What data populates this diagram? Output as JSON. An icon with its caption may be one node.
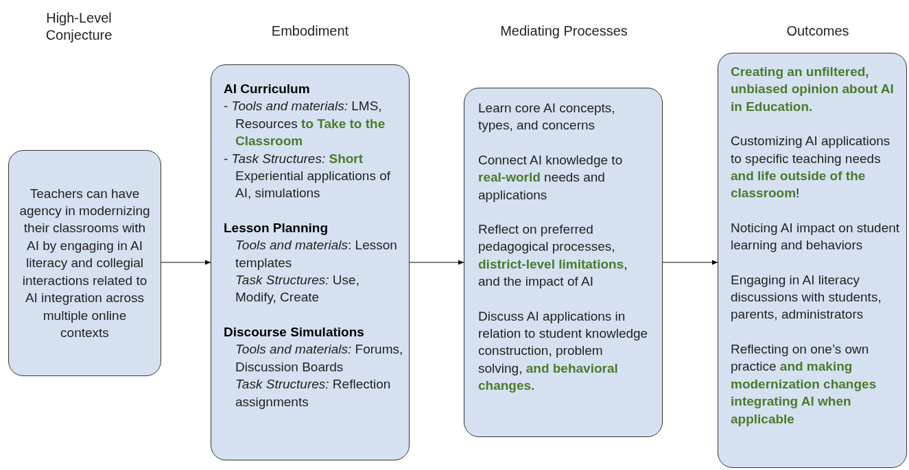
{
  "diagram": {
    "nodes": [
      {
        "text": [
          "Teachers can have agency in modernizing their classrooms with AI by engaging in AI literacy and collegial interactions related to AI integration across multiple online contexts"
        ]
      },
      {
        "text": [
          "AI Curriculum",
          "- *Tools and materials:* LMS, Resources **to Take to the Classroom**",
          "- *Task Structures:* **Short** Experiential applications of AI, simulations",
          "Lesson Planning",
          "*Tools and materials*: Lesson templates",
          "*Task Structures:* Use, Modify, Create",
          "Discourse Simulations",
          "*Tools and materials:* Forums, Discussion Boards",
          "*Task Structures:* Reflection assignments"
        ]
      },
      {
        "text": [
          "Learn core AI concepts, types, and concerns",
          "Connect AI knowledge to **real-world** needs and applications",
          "Reflect on preferred pedagogical processes, **district-level limitations**, and the impact of AI",
          "Discuss AI applications in relation to student knowledge construction, problem solving, **and behavioral changes.**"
        ]
      },
      {
        "text": [
          "**Creating an unfiltered, unbiased opinion about AI in Education.**",
          "Customizing AI applications to specific teaching needs **and life outside of the classroom**!",
          "Noticing AI impact on student learning and behaviors",
          "Engaging in AI literacy discussions with students, parents, administrators",
          "Reflecting on one’s own practice **and making modernization changes integrating AI when applicable**"
        ]
      }
    ],
    "edges": [
      {
        "from": 0,
        "to": 1,
        "arrow": "to"
      },
      {
        "from": 1,
        "to": 2,
        "arrow": "to"
      },
      {
        "from": 2,
        "to": 3,
        "arrow": "to"
      }
    ],
    "labels": [
      "High-Level Conjecture",
      "Embodiment",
      "Mediating Processes",
      "Outcomes"
    ]
  }
}
